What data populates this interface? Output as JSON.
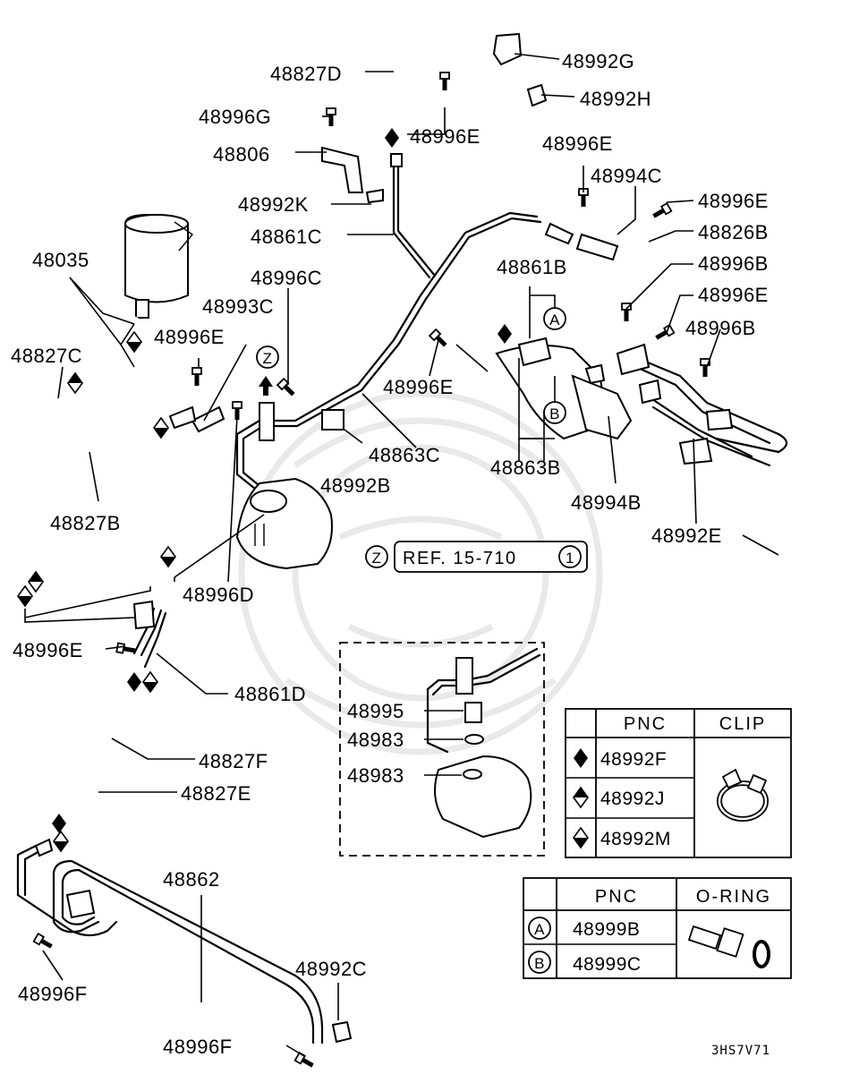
{
  "labels": {
    "p48827D": "48827D",
    "p48992G": "48992G",
    "p48992H": "48992H",
    "p48996G": "48996G",
    "p48996E_1": "48996E",
    "p48996E_2": "48996E",
    "p48806": "48806",
    "p48994C": "48994C",
    "p48992K": "48992K",
    "p48996E_3": "48996E",
    "p48861C": "48861C",
    "p48826B": "48826B",
    "p48035": "48035",
    "p48861B": "48861B",
    "p48996B_1": "48996B",
    "p48996C": "48996C",
    "p48996E_4": "48996E",
    "p48993C": "48993C",
    "p48996B_2": "48996B",
    "p48996E_5": "48996E",
    "p48827C": "48827C",
    "p48996E_6": "48996E",
    "p48863C": "48863C",
    "p48863B": "48863B",
    "p48992B": "48992B",
    "p48994B": "48994B",
    "p48827B": "48827B",
    "p48992E": "48992E",
    "p48996D": "48996D",
    "p48996E_7": "48996E",
    "p48861D": "48861D",
    "p48995": "48995",
    "p48983_1": "48983",
    "p48983_2": "48983",
    "p48827F": "48827F",
    "p48827E": "48827E",
    "p48862": "48862",
    "p48992C": "48992C",
    "p48996F_1": "48996F",
    "p48996F_2": "48996F"
  },
  "markers": {
    "a": "A",
    "b": "B",
    "z1": "Z",
    "z2": "Z"
  },
  "reference": {
    "text": "REF. 15-710",
    "circled": "1"
  },
  "clip_table": {
    "col_pnc": "PNC",
    "col_clip": "CLIP",
    "rows": [
      {
        "symbol": "diamond-full",
        "pnc": "48992F"
      },
      {
        "symbol": "diamond-upper",
        "pnc": "48992J"
      },
      {
        "symbol": "diamond-lower",
        "pnc": "48992M"
      }
    ]
  },
  "oring_table": {
    "col_pnc": "PNC",
    "col_oring": "O-RING",
    "rows": [
      {
        "symbol": "A",
        "pnc": "48999B"
      },
      {
        "symbol": "B",
        "pnc": "48999C"
      }
    ]
  },
  "diagram_code": "3HS7V71"
}
